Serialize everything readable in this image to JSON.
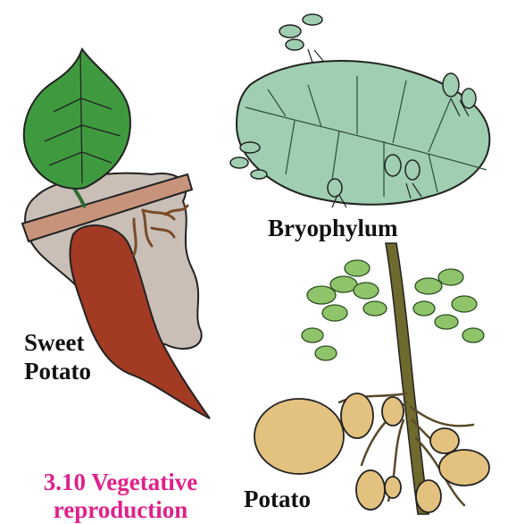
{
  "figure": {
    "caption_line1": "3.10 Vegetative",
    "caption_line2": "reproduction",
    "caption_color": "#e0218a"
  },
  "illustrations": {
    "sweet_potato": {
      "label_line1": "Sweet",
      "label_line2": "Potato"
    },
    "bryophyllum": {
      "label": "Bryophylum"
    },
    "potato": {
      "label": "Potato"
    }
  },
  "colors": {
    "leaf_green": "#3f9a3f",
    "bryophyllum_leaf": "#9fcfb0",
    "soil": "#c9bfb6",
    "sweet_potato_tuber": "#a23a24",
    "stem_wood": "#c7947b",
    "potato_tuber": "#e3c17f",
    "potato_stem": "#6f6a2e"
  }
}
